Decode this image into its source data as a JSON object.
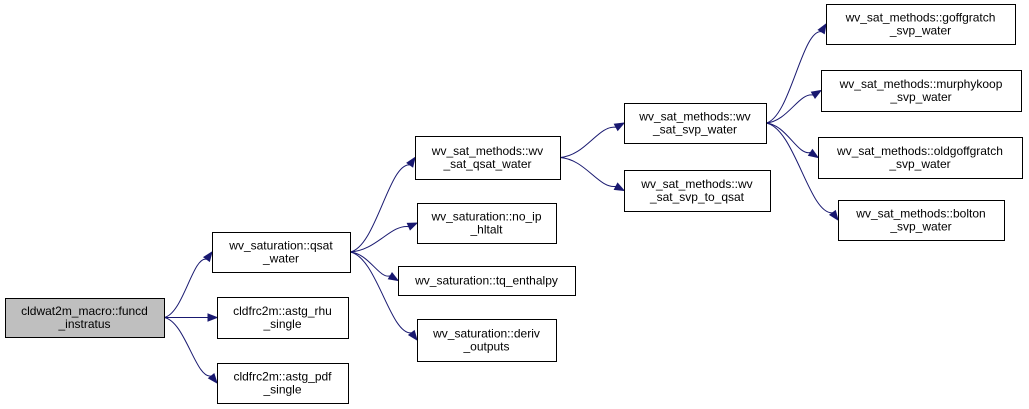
{
  "nodes": [
    {
      "id": "funcd",
      "lines": [
        "cldwat2m_macro::funcd",
        "_instratus"
      ],
      "root": true
    },
    {
      "id": "qsat",
      "lines": [
        "wv_saturation::qsat",
        "_water"
      ]
    },
    {
      "id": "rhu",
      "lines": [
        "cldfrc2m::astg_rhu",
        "_single"
      ]
    },
    {
      "id": "pdf",
      "lines": [
        "cldfrc2m::astg_pdf",
        "_single"
      ]
    },
    {
      "id": "wvqsat",
      "lines": [
        "wv_sat_methods::wv",
        "_sat_qsat_water"
      ]
    },
    {
      "id": "noip",
      "lines": [
        "wv_saturation::no_ip",
        "_hltalt"
      ]
    },
    {
      "id": "tqenth",
      "lines": [
        "wv_saturation::tq_enthalpy"
      ]
    },
    {
      "id": "deriv",
      "lines": [
        "wv_saturation::deriv",
        "_outputs"
      ]
    },
    {
      "id": "svpwater",
      "lines": [
        "wv_sat_methods::wv",
        "_sat_svp_water"
      ]
    },
    {
      "id": "svptoqsat",
      "lines": [
        "wv_sat_methods::wv",
        "_sat_svp_to_qsat"
      ]
    },
    {
      "id": "goff",
      "lines": [
        "wv_sat_methods::goffgratch",
        "_svp_water"
      ]
    },
    {
      "id": "murphy",
      "lines": [
        "wv_sat_methods::murphykoop",
        "_svp_water"
      ]
    },
    {
      "id": "oldgoff",
      "lines": [
        "wv_sat_methods::oldgoffgratch",
        "_svp_water"
      ]
    },
    {
      "id": "bolton",
      "lines": [
        "wv_sat_methods::bolton",
        "_svp_water"
      ]
    }
  ],
  "edges": [
    {
      "from": "funcd",
      "to": "qsat"
    },
    {
      "from": "funcd",
      "to": "rhu"
    },
    {
      "from": "funcd",
      "to": "pdf"
    },
    {
      "from": "qsat",
      "to": "wvqsat"
    },
    {
      "from": "qsat",
      "to": "noip"
    },
    {
      "from": "qsat",
      "to": "tqenth"
    },
    {
      "from": "qsat",
      "to": "deriv"
    },
    {
      "from": "wvqsat",
      "to": "svpwater"
    },
    {
      "from": "wvqsat",
      "to": "svptoqsat"
    },
    {
      "from": "svpwater",
      "to": "goff"
    },
    {
      "from": "svpwater",
      "to": "murphy"
    },
    {
      "from": "svpwater",
      "to": "oldgoff"
    },
    {
      "from": "svpwater",
      "to": "bolton"
    }
  ]
}
